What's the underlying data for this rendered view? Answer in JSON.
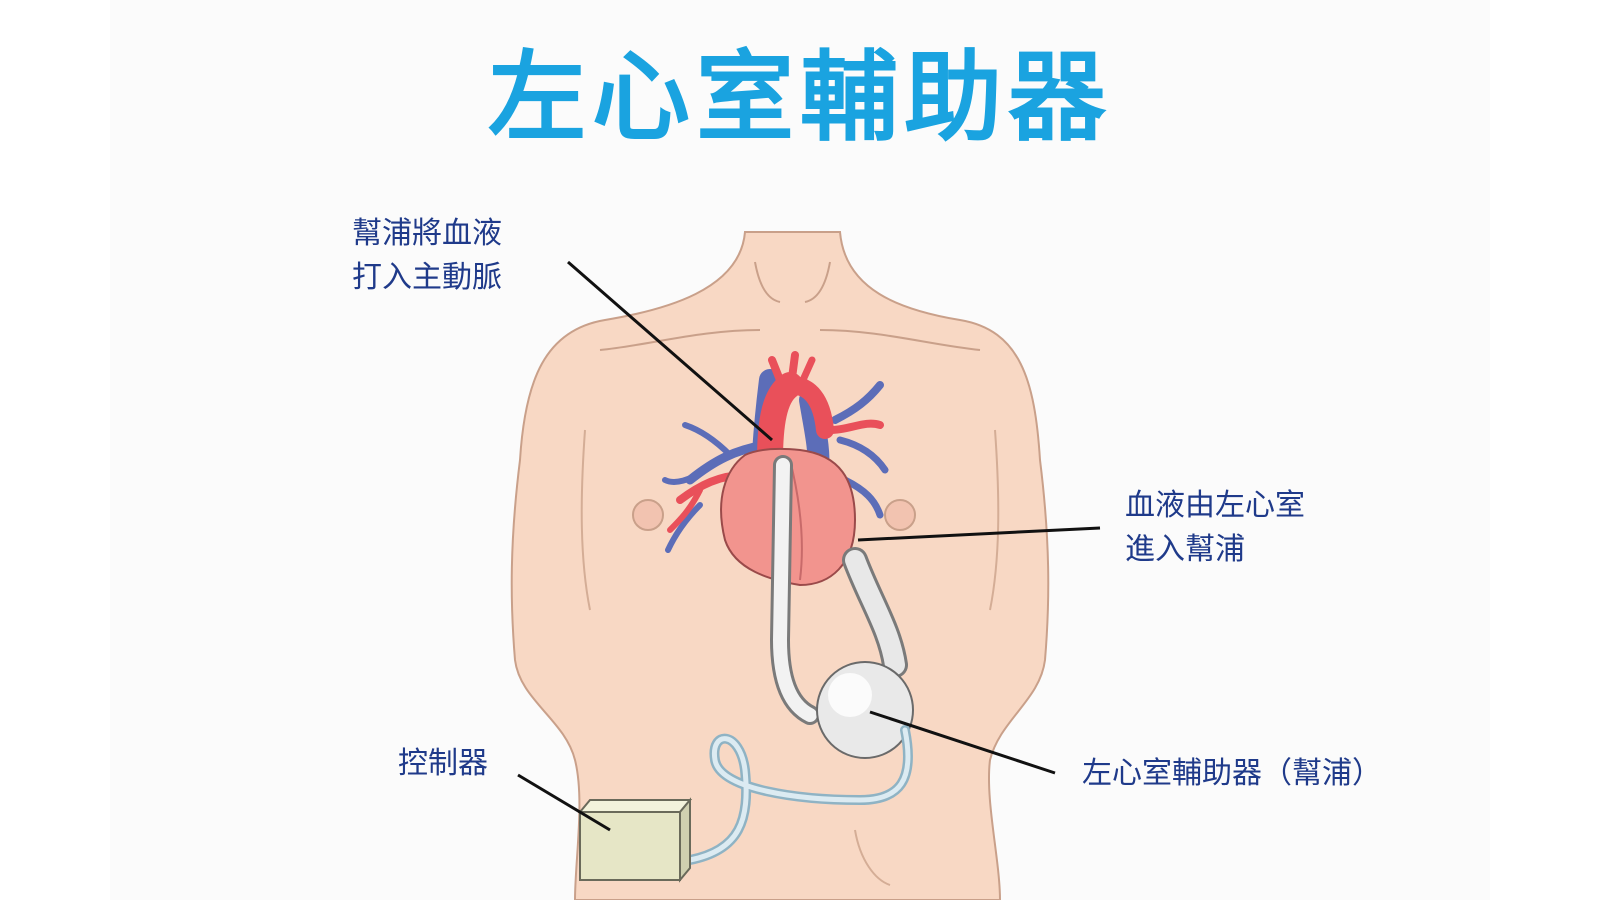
{
  "title": "左心室輔助器",
  "labels": {
    "aorta_line1": "幫浦將血液",
    "aorta_line2": "打入主動脈",
    "ventricle_line1": "血液由左心室",
    "ventricle_line2": "進入幫浦",
    "pump": "左心室輔助器（幫浦）",
    "controller": "控制器"
  },
  "colors": {
    "title": "#1aa3e0",
    "label_text": "#1f3a8a",
    "skin": "#f8d8c4",
    "artery": "#e9505a",
    "vein": "#5c6db8",
    "heart": "#f2948e",
    "controller": "#e6e6c6"
  }
}
